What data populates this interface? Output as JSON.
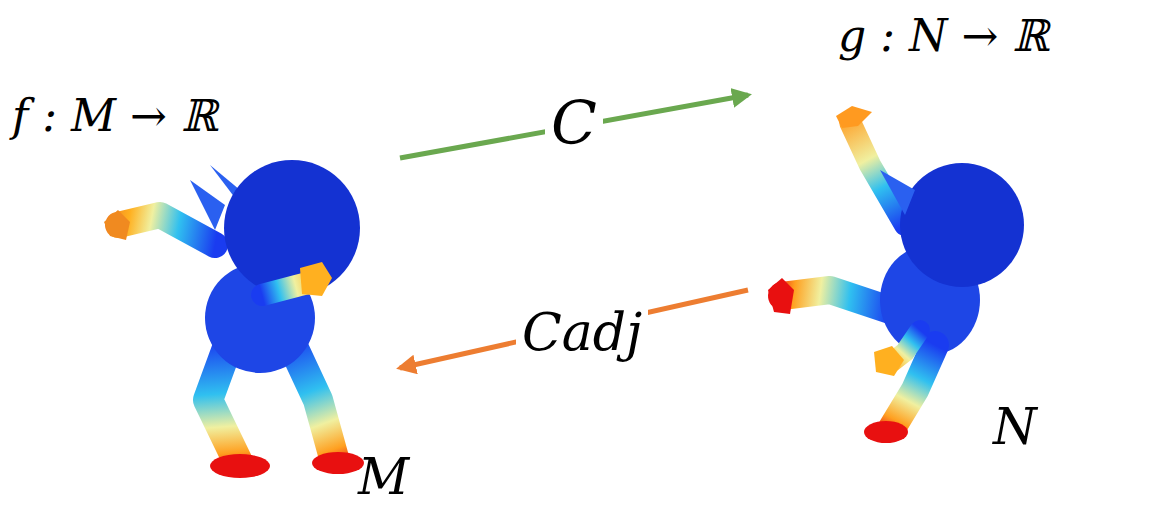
{
  "diagram": {
    "nodes": [
      {
        "text": [
          "f : M → ℝ",
          "M"
        ]
      },
      {
        "text": [
          "g : N → ℝ",
          "N"
        ]
      }
    ],
    "edges": [
      {
        "from": 0,
        "to": 1,
        "arrow": "to",
        "label": "C"
      },
      {
        "from": 1,
        "to": 0,
        "arrow": "to",
        "label": "Cadj"
      }
    ]
  }
}
